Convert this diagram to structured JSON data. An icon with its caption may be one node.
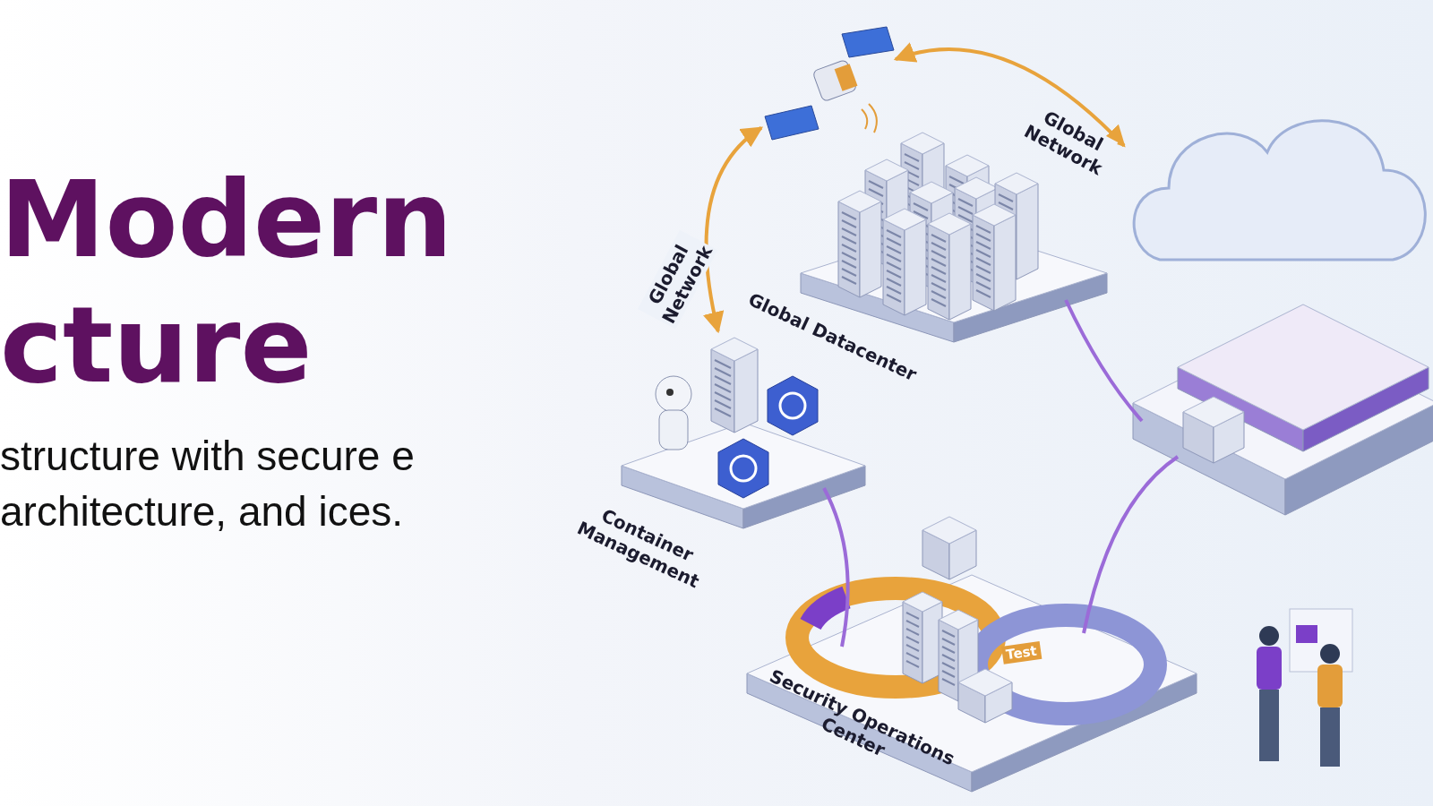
{
  "diagram": {
    "title": "Modern cture",
    "nodes": [
      {
        "text": [],
        "shape": "picture"
      },
      {
        "text": [
          "Global Datacenter"
        ]
      },
      {
        "text": [
          "Container Management"
        ]
      },
      {
        "text": [
          "Security Operations Center"
        ]
      },
      {
        "text": [],
        "shape": "picture"
      },
      {
        "text": [],
        "shape": "person"
      }
    ],
    "edges": [
      {
        "from": 0,
        "to": 4,
        "arrow": "both",
        "label": "Global Network",
        "color": "#e8a33c"
      },
      {
        "from": 0,
        "to": 2,
        "arrow": "both",
        "label": "Global Network",
        "color": "#e8a33c"
      },
      {
        "from": 1,
        "to": 4,
        "arrow": "none"
      },
      {
        "from": 2,
        "to": 3,
        "arrow": "none"
      },
      {
        "from": 3,
        "to": 4,
        "arrow": "none"
      }
    ],
    "labels": [
      "structure with secure e architecture, and ices.",
      "Test"
    ]
  }
}
